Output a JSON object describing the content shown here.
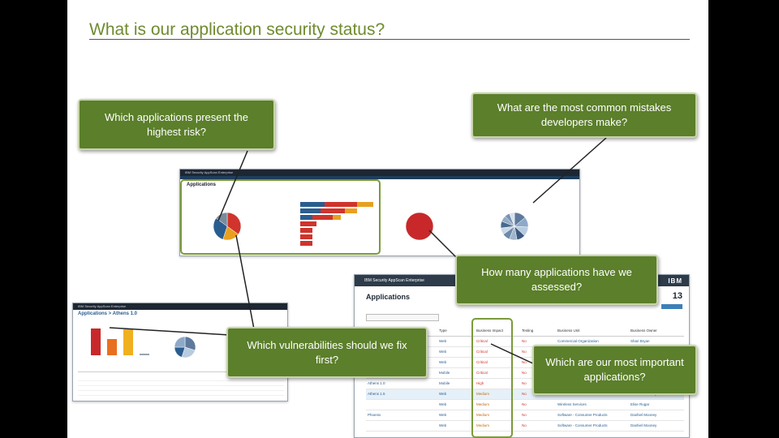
{
  "slide": {
    "title": "What is our application security status?"
  },
  "callouts": {
    "highest_risk": "Which applications present the highest risk?",
    "common_mistakes": "What are the most common mistakes developers make?",
    "assessed": "How many applications have we assessed?",
    "vulnerabilities": "Which vulnerabilities should we fix first?",
    "important": "Which are our most important applications?"
  },
  "screens": {
    "top": {
      "header": "IBM Security AppScan Enterprise",
      "title": "Applications"
    },
    "left": {
      "header": "IBM Security AppScan Enterprise",
      "title": "Applications > Athens 1.0"
    },
    "right": {
      "header": "IBM Security AppScan Enterprise",
      "ibm": "IBM",
      "title": "Applications",
      "count": "13",
      "columns": [
        "",
        "Type",
        "Business Impact",
        "Testing",
        "Business Unit",
        "Business Owner"
      ],
      "rows": [
        {
          "name": "",
          "type": "Web",
          "impact": "Critical",
          "testing": "No",
          "unit": "Commercial Organization",
          "owner": "Shari Bryan"
        },
        {
          "name": "",
          "type": "Web",
          "impact": "Critical",
          "testing": "No",
          "unit": "",
          "owner": ""
        },
        {
          "name": "",
          "type": "Web",
          "impact": "Critical",
          "testing": "No",
          "unit": "",
          "owner": ""
        },
        {
          "name": "",
          "type": "Mobile",
          "impact": "Critical",
          "testing": "No",
          "unit": "",
          "owner": ""
        },
        {
          "name": "Athens 1.0",
          "type": "Mobile",
          "impact": "High",
          "testing": "No",
          "unit": "",
          "owner": ""
        },
        {
          "name": "Athens 1.5",
          "type": "Web",
          "impact": "Medium",
          "testing": "No",
          "unit": "Software - Consumer Products",
          "owner": "Dashiel Mooney"
        },
        {
          "name": "",
          "type": "Web",
          "impact": "Medium",
          "testing": "No",
          "unit": "Wireless Services",
          "owner": "Elise Rugar"
        },
        {
          "name": "Phoenix",
          "type": "Web",
          "impact": "Medium",
          "testing": "No",
          "unit": "Software - Consumer Products",
          "owner": "Dashiel Mooney"
        },
        {
          "name": "",
          "type": "Web",
          "impact": "Medium",
          "testing": "No",
          "unit": "Software - Consumer Products",
          "owner": "Dashiel Mooney"
        }
      ]
    }
  },
  "chart_data": [
    {
      "type": "pie",
      "values": [
        35,
        20,
        30,
        15
      ],
      "colors": [
        "#d0342c",
        "#e8a020",
        "#2a5d8f",
        "#7a8a9a"
      ]
    },
    {
      "type": "bar",
      "categories": [
        "",
        "",
        "",
        "",
        "",
        "",
        ""
      ],
      "series": [
        {
          "values": [
            6,
            5,
            3,
            0,
            0,
            0,
            0
          ],
          "color": "#2a5d8f"
        },
        {
          "values": [
            8,
            6,
            5,
            4,
            3,
            3,
            3
          ],
          "color": "#d0342c"
        },
        {
          "values": [
            4,
            3,
            2,
            0,
            0,
            0,
            0
          ],
          "color": "#e8a020"
        }
      ]
    },
    {
      "type": "pie",
      "values": [
        100
      ],
      "colors": [
        "#c8282a"
      ]
    },
    {
      "type": "pie",
      "values": [
        14,
        12,
        11,
        10,
        9,
        9,
        8,
        8,
        7,
        6,
        6
      ],
      "colors": [
        "#5d7a9c",
        "#8ea9c8",
        "#b8cbe0",
        "#3c5a80",
        "#a0b4cc",
        "#6f8aa8",
        "#c9d7e6",
        "#476a90",
        "#93aac4",
        "#7b93b3",
        "#d6e1ec"
      ]
    },
    {
      "type": "bar",
      "categories": [
        "",
        "",
        "",
        ""
      ],
      "values": [
        33,
        20,
        32,
        2
      ],
      "colors": [
        "#c8282a",
        "#e86f20",
        "#f0b020",
        "#9aa3ad"
      ]
    }
  ]
}
